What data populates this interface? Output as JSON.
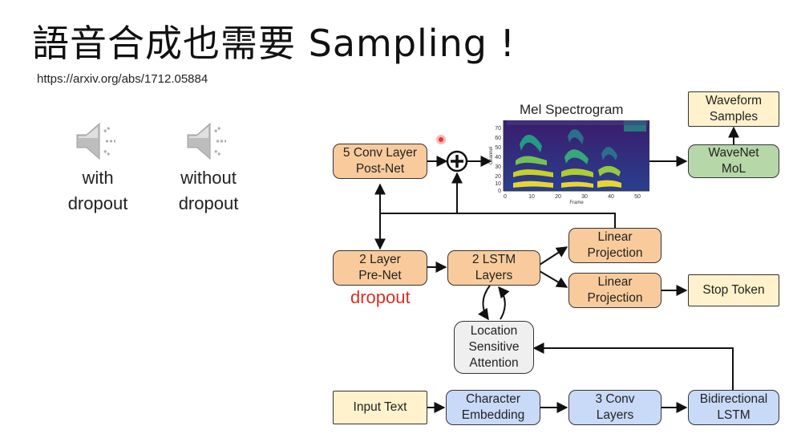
{
  "slide": {
    "title": "語音合成也需要 Sampling !",
    "url": "https://arxiv.org/abs/1712.05884"
  },
  "audio": [
    {
      "line1": "with",
      "line2": "dropout",
      "icon": "speaker-icon"
    },
    {
      "line1": "without",
      "line2": "dropout",
      "icon": "speaker-icon"
    }
  ],
  "diagram": {
    "mel_title": "Mel Spectrogram",
    "dropout_note": "dropout",
    "nodes": {
      "postnet": "5 Conv Layer\nPost-Net",
      "prenet": "2 Layer\nPre-Net",
      "lstm": "2 LSTM\nLayers",
      "linear1": "Linear\nProjection",
      "linear2": "Linear\nProjection",
      "stop": "Stop Token",
      "wavenet": "WaveNet\nMoL",
      "waveform": "Waveform\nSamples",
      "attention": "Location\nSensitive\nAttention",
      "input": "Input Text",
      "embedding": "Character\nEmbedding",
      "conv3": "3 Conv\nLayers",
      "bilstm": "Bidirectional\nLSTM"
    },
    "spectrogram": {
      "y_axis_label": "Channel",
      "x_axis_label": "Frame",
      "y_ticks": [
        "70",
        "60",
        "50",
        "40",
        "30",
        "20",
        "10",
        "0"
      ],
      "x_ticks": [
        "0",
        "10",
        "20",
        "30",
        "40",
        "50"
      ]
    },
    "colors": {
      "orange": "#f9cb9c",
      "green": "#b6d7a8",
      "yellow": "#fff2cc",
      "blue": "#c9daf8",
      "gray": "#efefef",
      "dropout_red": "#d93025"
    }
  }
}
